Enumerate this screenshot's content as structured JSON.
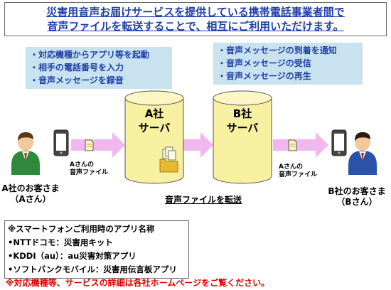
{
  "header": {
    "line1": "災害用音声お届けサービスを提供している携帯電話事業者間で",
    "line2": "音声ファイルを転送することで、相互にご利用いただけます。"
  },
  "left_box": {
    "items": [
      "・対応機種からアプリ等を起動",
      "・相手の電話番号を入力",
      "・音声メッセージを録音"
    ]
  },
  "right_box": {
    "items": [
      "・音声メッセージの到着を通知",
      "・音声メッセージの受信",
      "・音声メッセージの再生"
    ]
  },
  "server_a": {
    "line1": "A社",
    "line2": "サーバ"
  },
  "server_b": {
    "line1": "B社",
    "line2": "サーバ"
  },
  "file_caption_a": {
    "line1": "Aさんの",
    "line2": "音声ファイル"
  },
  "file_caption_b": {
    "line1": "Aさんの",
    "line2": "音声ファイル"
  },
  "transfer_label": "音声ファイルを転送",
  "customer_a": {
    "line1": "A社のお客さま",
    "line2": "（Aさん）"
  },
  "customer_b": {
    "line1": "B社のお客さま",
    "line2": "（Bさん）"
  },
  "note_box": {
    "title": "※スマートフォンご利用時のアプリ名称",
    "items": [
      "•NTTドコモ：災害用キット",
      "•KDDI（au）：au災害対策アプリ",
      "•ソフトバンクモバイル：災害用伝言板アプリ"
    ]
  },
  "footnote": "※対応機種等、サービスの詳細は各社ホームページをご覧ください。",
  "colors": {
    "title_text": "#1f3fa8",
    "box_bg": "#c8e3ef",
    "server_fill": "#f6f0a0",
    "arrow": "#f0b8ee",
    "footnote": "#e00000"
  }
}
